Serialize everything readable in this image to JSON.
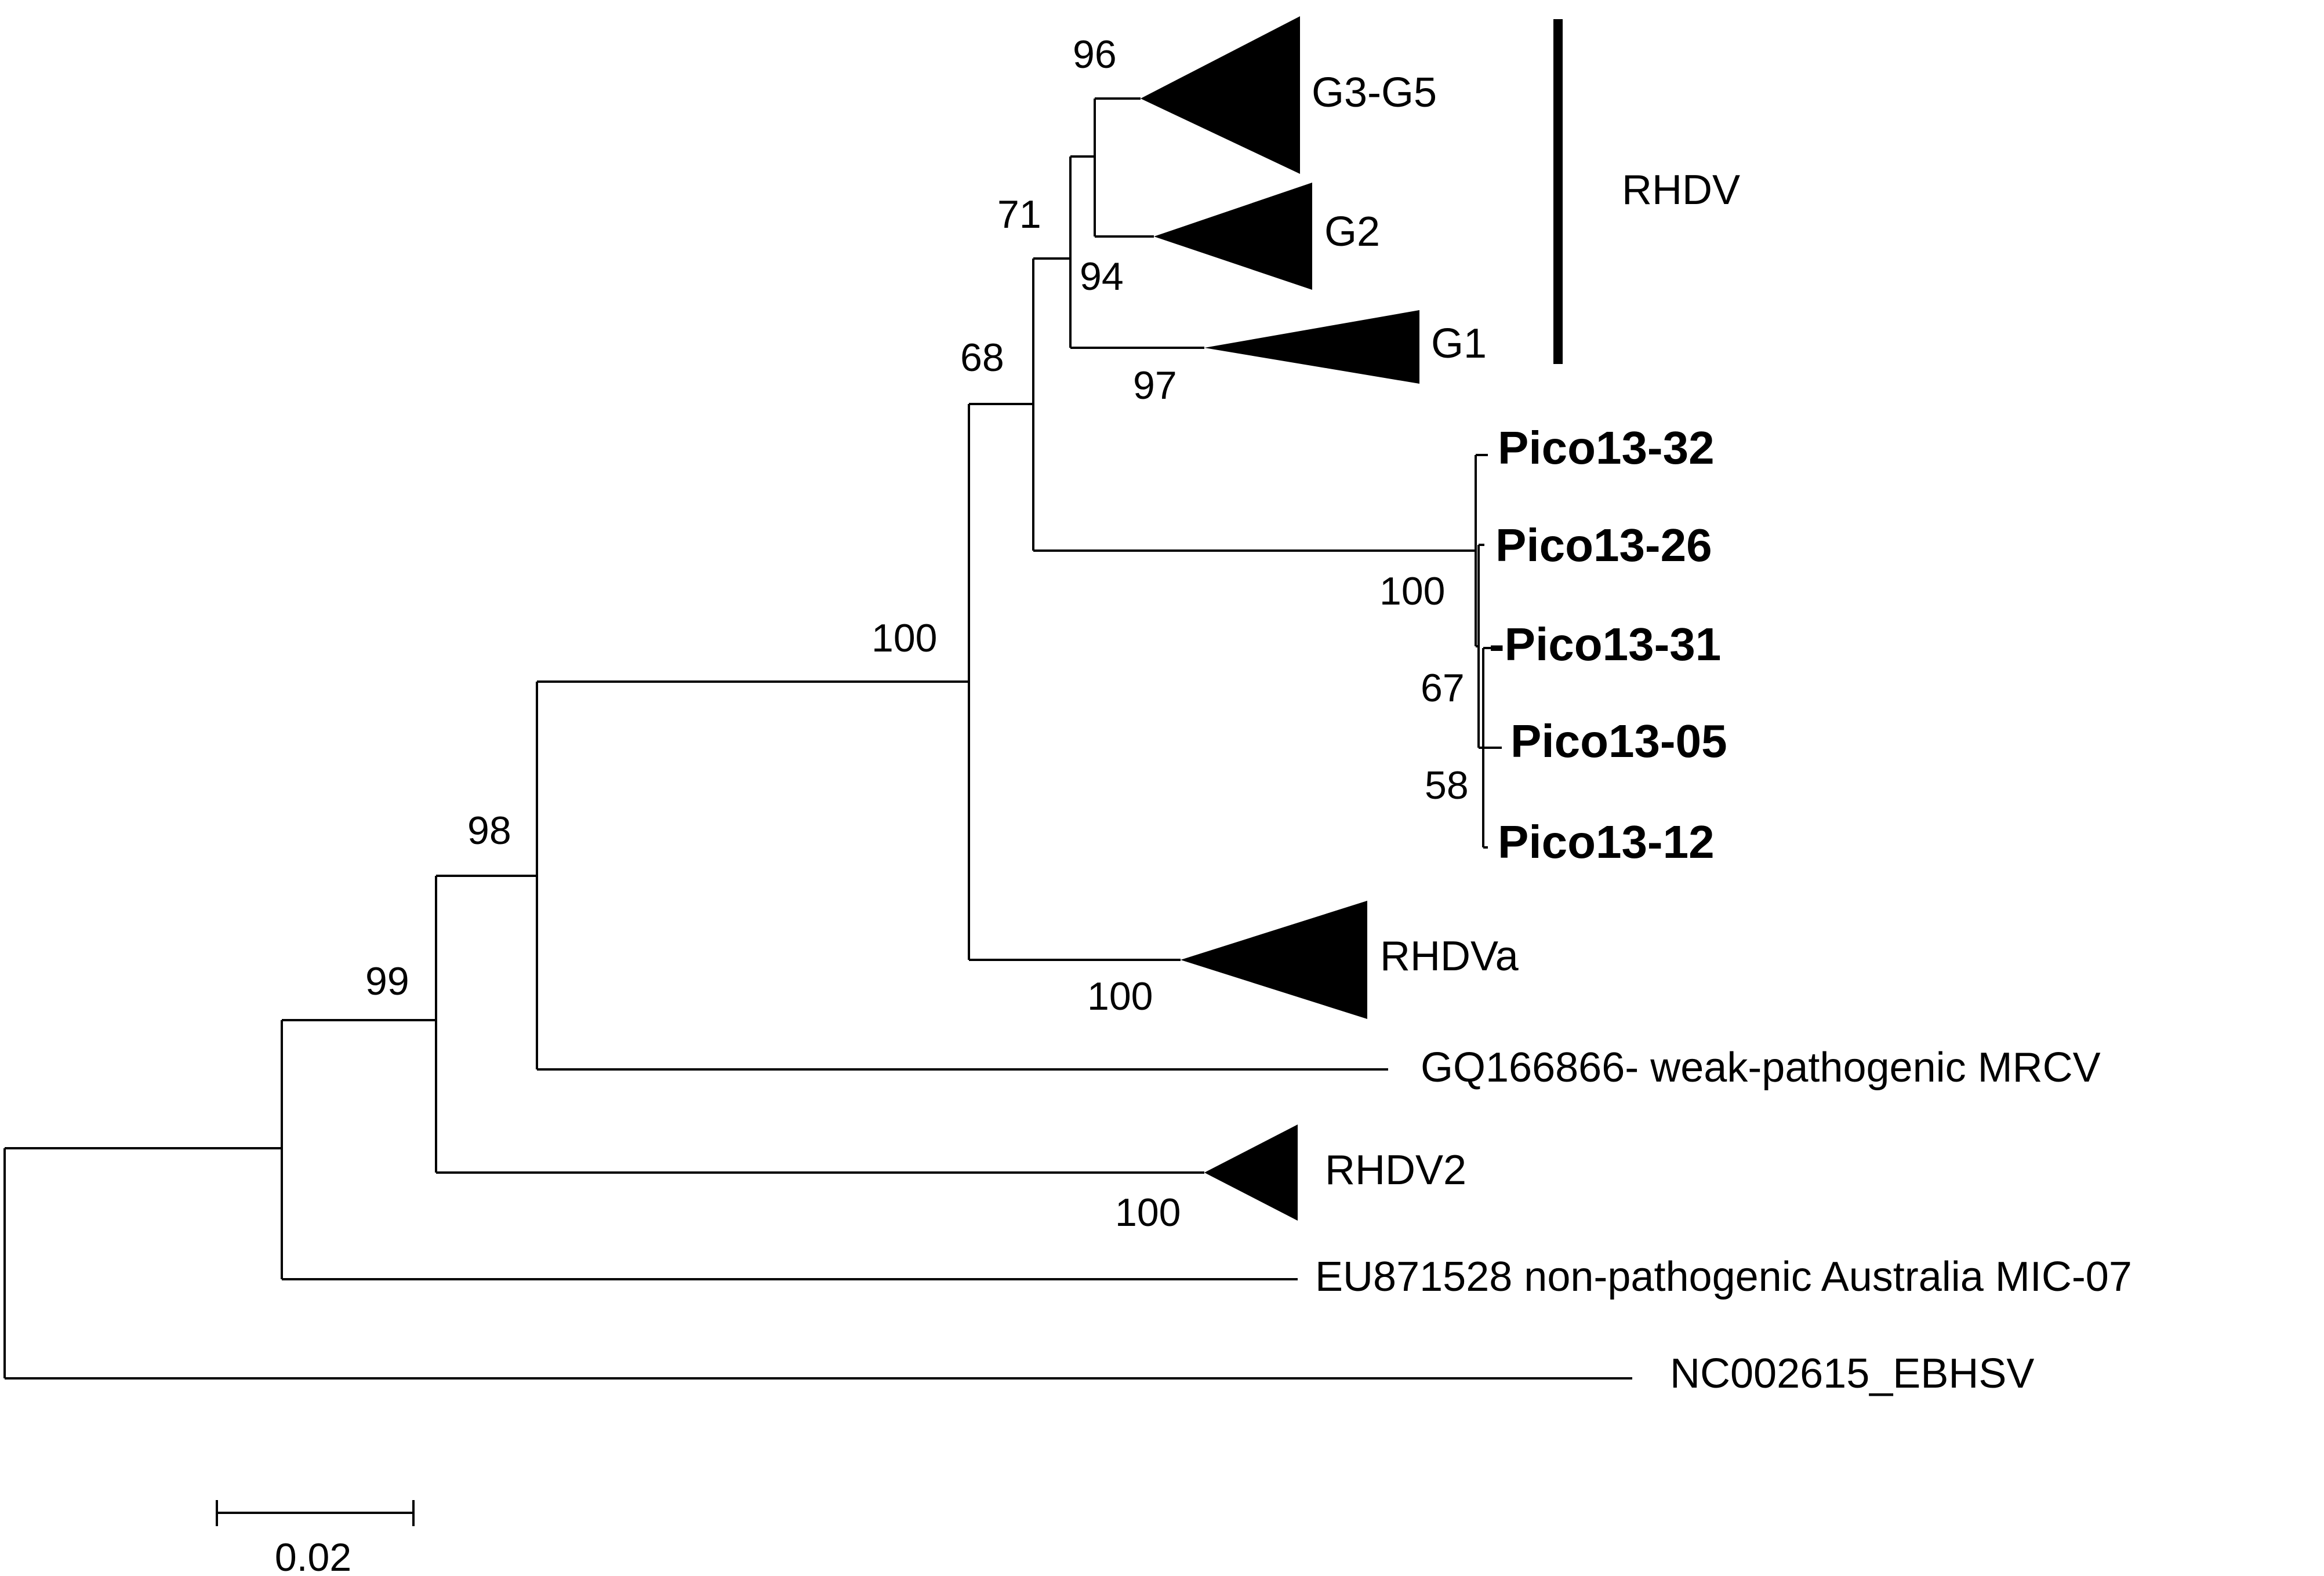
{
  "clades": {
    "g3g5": "G3-G5",
    "g2": "G2",
    "g1": "G1",
    "rhdva": "RHDVa",
    "rhdv2": "RHDV2"
  },
  "group_label": "RHDV",
  "taxa": {
    "p32": "Pico13-32",
    "p26": "Pico13-26",
    "p31": "-Pico13-31",
    "p05": "Pico13-05",
    "p12": "Pico13-12",
    "mrcv": "GQ166866- weak-pathogenic MRCV",
    "eu": "EU871528 non-pathogenic Australia MIC-07",
    "nc": "NC002615_EBHSV"
  },
  "support": {
    "s96": "96",
    "s71": "71",
    "s94": "94",
    "s68": "68",
    "s97": "97",
    "s100_pico": "100",
    "s67": "67",
    "s58": "58",
    "s100_main": "100",
    "s98": "98",
    "s99": "99",
    "s100_rhdva": "100",
    "s100_rhdv2": "100"
  },
  "scale_bar": {
    "label": "0.02"
  }
}
